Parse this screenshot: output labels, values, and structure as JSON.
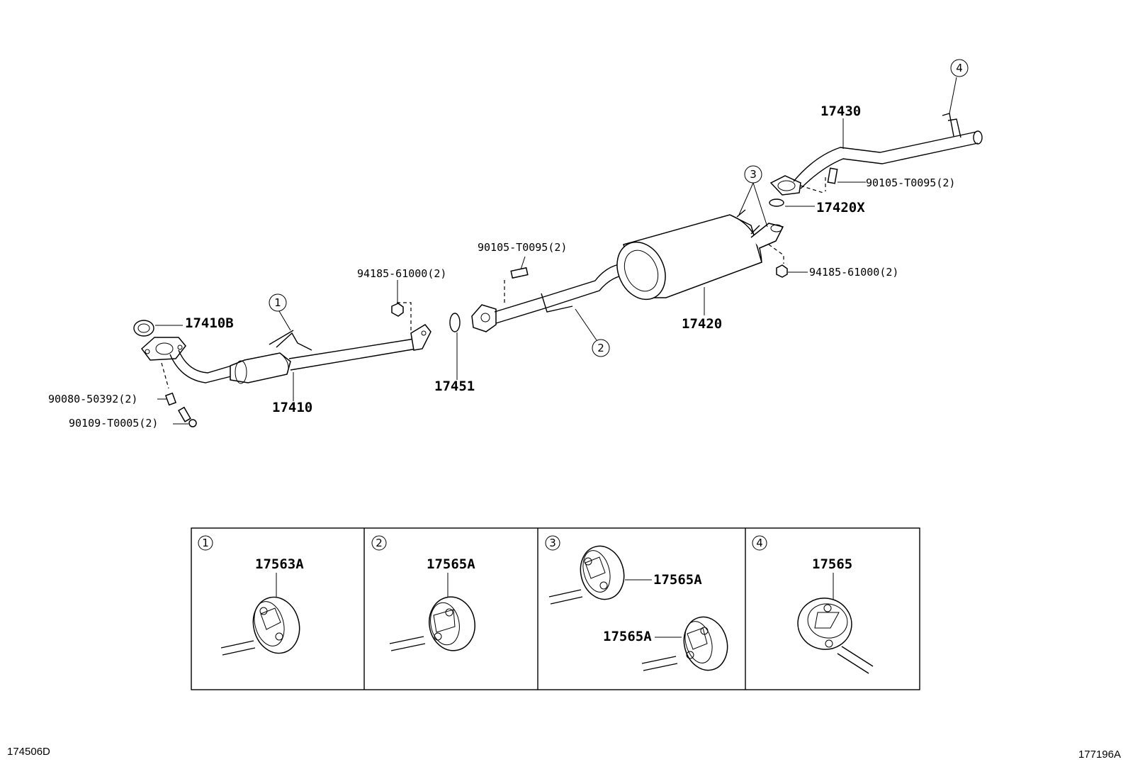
{
  "parts": {
    "p17410B": "17410B",
    "p17410": "17410",
    "p17451": "17451",
    "p17420": "17420",
    "p17430": "17430",
    "p17420X": "17420X"
  },
  "fasteners": {
    "f90080": "90080-50392(2)",
    "f90109": "90109-T0005(2)",
    "f94185_left": "94185-61000(2)",
    "f90105_mid": "90105-T0095(2)",
    "f90105_right": "90105-T0095(2)",
    "f94185_right": "94185-61000(2)"
  },
  "callouts": [
    "1",
    "2",
    "3",
    "4"
  ],
  "panels": [
    {
      "num": "1",
      "labels": [
        "17563A"
      ]
    },
    {
      "num": "2",
      "labels": [
        "17565A"
      ]
    },
    {
      "num": "3",
      "labels": [
        "17565A",
        "17565A"
      ]
    },
    {
      "num": "4",
      "labels": [
        "17565"
      ]
    }
  ],
  "footer": {
    "left_ref": "174506D",
    "right_ref": "177196A"
  }
}
